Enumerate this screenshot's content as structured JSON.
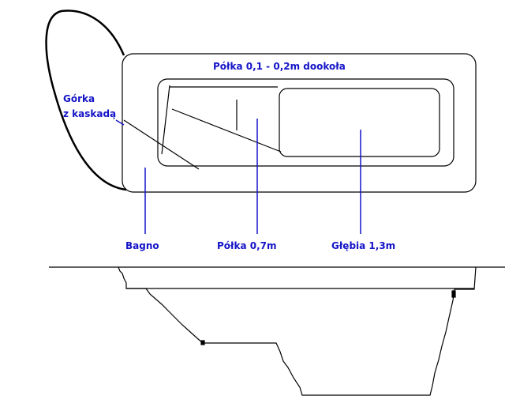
{
  "labels": {
    "shelf_top": "Półka 0,1 - 0,2m dookoła",
    "hill_line1": "Górka",
    "hill_line2": "z kaskadą",
    "marsh": "Bagno",
    "shelf_07": "Półka 0,7m",
    "depth": "Głębia 1,3m"
  },
  "colors": {
    "label_blue": "#1414c8",
    "line_black": "#000000"
  }
}
